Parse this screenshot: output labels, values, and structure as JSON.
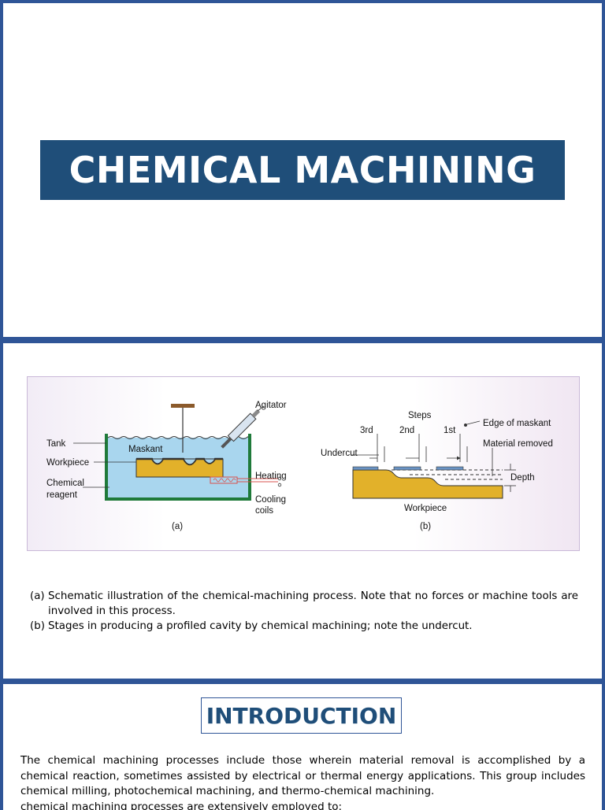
{
  "slide1": {
    "title": "CHEMICAL MACHINING"
  },
  "slide2": {
    "figure": {
      "diagram_a": {
        "labels": {
          "agitator": "Agitator",
          "tank": "Tank",
          "maskant": "Maskant",
          "workpiece": "Workpiece",
          "chemical_line1": "Chemical",
          "chemical_line2": "reagent",
          "heating": "Heating",
          "cooling_line1": "Cooling",
          "cooling_line2": "coils",
          "caption": "(a)"
        }
      },
      "diagram_b": {
        "labels": {
          "steps": "Steps",
          "third": "3rd",
          "second": "2nd",
          "first": "1st",
          "edge_of_maskant": "Edge of maskant",
          "material_removed": "Material removed",
          "undercut": "Undercut",
          "depth": "Depth",
          "workpiece": "Workpiece",
          "caption": "(b)"
        }
      }
    },
    "captions": [
      {
        "marker": "(a)",
        "text": "Schematic illustration of the chemical-machining process. Note that no forces or machine tools are involved in this process."
      },
      {
        "marker": "(b)",
        "text": "Stages in producing a profiled cavity by chemical machining; note the undercut."
      }
    ]
  },
  "slide3": {
    "heading": "INTRODUCTION",
    "paragraph1": "The chemical machining processes include those wherein material removal is accomplished by a chemical reaction, sometimes assisted by electrical or thermal energy applications. This group includes chemical milling, photochemical machining, and thermo-chemical machining.",
    "paragraph2": "chemical machining processes are extensively employed to:"
  }
}
